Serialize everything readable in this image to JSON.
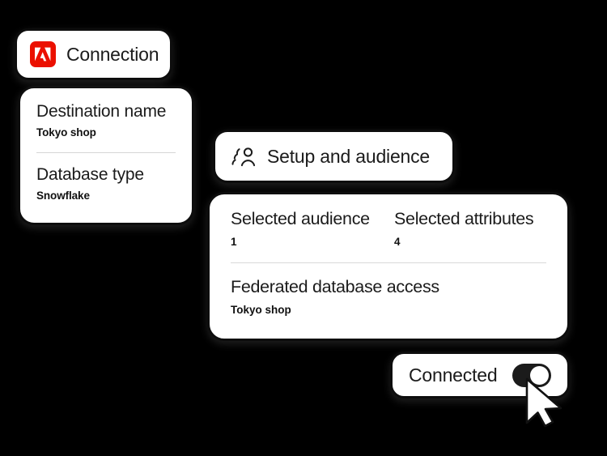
{
  "theme": {
    "background": "#000000",
    "card_background": "#ffffff",
    "card_border": "#0d0d0d",
    "text": "#1b1b1b",
    "divider": "#d6d6d6",
    "adobe_red": "#eb1000",
    "toggle_on": "#1b1b1b",
    "toggle_knob": "#ffffff"
  },
  "connection_card": {
    "title": "Connection",
    "logo_name": "adobe-logo"
  },
  "destination_card": {
    "fields": [
      {
        "label": "Destination name",
        "value": "Tokyo shop"
      },
      {
        "label": "Database type",
        "value": "Snowflake"
      }
    ]
  },
  "setup_card": {
    "title": "Setup and audience",
    "icon_name": "audience-icon"
  },
  "summary_card": {
    "stats": [
      {
        "label": "Selected audience",
        "value": "1"
      },
      {
        "label": "Selected attributes",
        "value": "4"
      }
    ],
    "detail": {
      "label": "Federated database access",
      "value": "Tokyo shop"
    }
  },
  "connected_card": {
    "label": "Connected",
    "toggle": {
      "state": "on",
      "name": "connected-toggle"
    }
  },
  "cursor": {
    "name": "mouse-cursor",
    "type": "arrow-pointer"
  }
}
